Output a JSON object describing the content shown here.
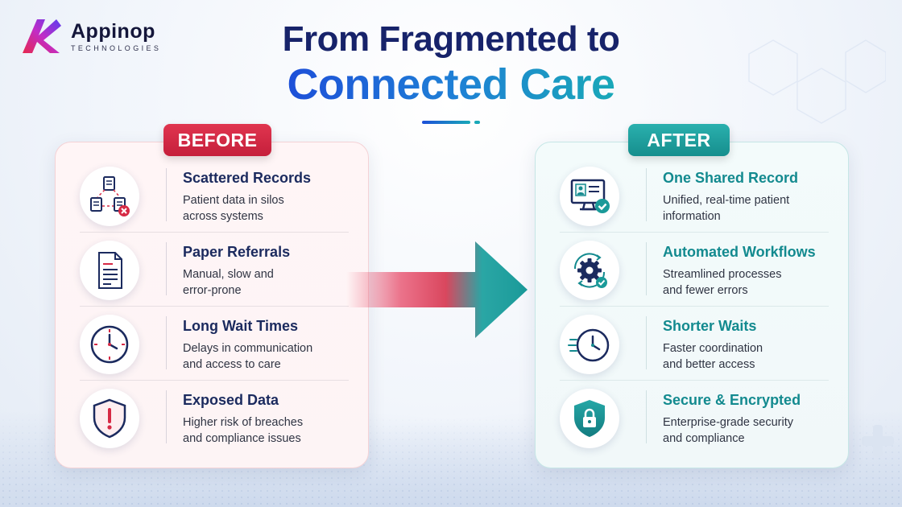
{
  "logo": {
    "name": "Appinop",
    "subtitle": "TECHNOLOGIES"
  },
  "title": {
    "line1": "From Fragmented to",
    "line2": "Connected Care"
  },
  "colors": {
    "before_accent": "#d62a45",
    "after_accent": "#1a9a99",
    "title_dark": "#17236a"
  },
  "before": {
    "label": "BEFORE",
    "items": [
      {
        "title": "Scattered Records",
        "desc1": "Patient data in silos",
        "desc2": "across systems",
        "icon": "scattered-documents-icon"
      },
      {
        "title": "Paper Referrals",
        "desc1": "Manual, slow and",
        "desc2": "error-prone",
        "icon": "paper-document-icon"
      },
      {
        "title": "Long Wait Times",
        "desc1": "Delays in communication",
        "desc2": "and access to care",
        "icon": "clock-icon"
      },
      {
        "title": "Exposed Data",
        "desc1": "Higher risk of breaches",
        "desc2": "and compliance issues",
        "icon": "shield-warning-icon"
      }
    ]
  },
  "after": {
    "label": "AFTER",
    "items": [
      {
        "title": "One Shared Record",
        "desc1": "Unified, real-time patient",
        "desc2": "information",
        "icon": "monitor-profile-icon"
      },
      {
        "title": "Automated Workflows",
        "desc1": "Streamlined processes",
        "desc2": "and fewer errors",
        "icon": "gear-cycle-icon"
      },
      {
        "title": "Shorter Waits",
        "desc1": "Faster coordination",
        "desc2": "and better access",
        "icon": "fast-clock-icon"
      },
      {
        "title": "Secure & Encrypted",
        "desc1": "Enterprise-grade security",
        "desc2": "and compliance",
        "icon": "shield-lock-icon"
      }
    ]
  }
}
